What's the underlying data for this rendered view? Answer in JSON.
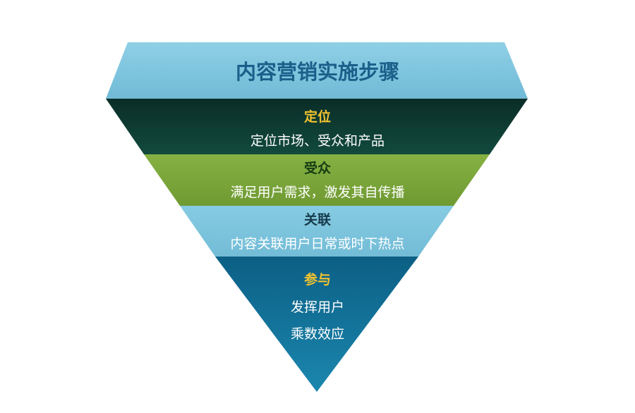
{
  "title": "内容营销实施步骤",
  "levels": [
    {
      "heading": "定位",
      "lines": [
        "定位市场、受众和产品"
      ],
      "fill": "#103f35",
      "heading_color": "#f0c22f"
    },
    {
      "heading": "受众",
      "lines": [
        "满足用户需求，激发其自传播"
      ],
      "fill": "#7aa53a",
      "heading_color": "#173d14"
    },
    {
      "heading": "关联",
      "lines": [
        "内容关联用户日常或时下热点"
      ],
      "fill": "#7cc4dc",
      "heading_color": "#163a4a"
    },
    {
      "heading": "参与",
      "lines": [
        "发挥用户",
        "乘数效应"
      ],
      "fill": "#116f96",
      "heading_color": "#f0c22f"
    }
  ],
  "colors": {
    "title_band": "#7cc4dc",
    "title_text": "#1b5f8a",
    "body_text": "#ffffff"
  }
}
